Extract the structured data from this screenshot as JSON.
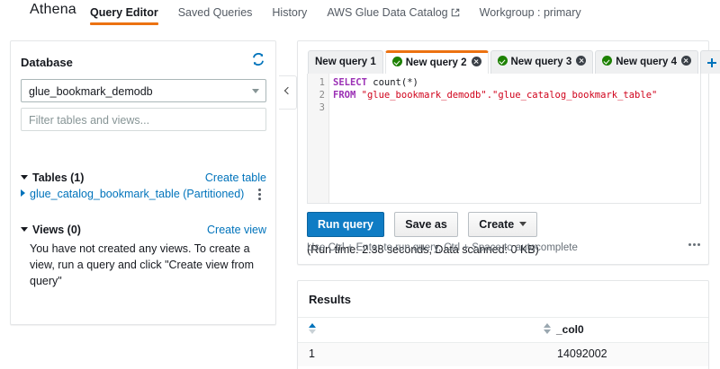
{
  "nav": {
    "brand": "Athena",
    "items": [
      {
        "label": "Query Editor",
        "active": true,
        "external": false
      },
      {
        "label": "Saved Queries",
        "active": false,
        "external": false
      },
      {
        "label": "History",
        "active": false,
        "external": false
      },
      {
        "label": "AWS Glue Data Catalog",
        "active": false,
        "external": true
      },
      {
        "label": "Workgroup : primary",
        "active": false,
        "external": false
      }
    ]
  },
  "sidebar": {
    "database_label": "Database",
    "refresh_icon": "refresh-icon",
    "database_selected": "glue_bookmark_demodb",
    "filter_placeholder": "Filter tables and views...",
    "tables_section": {
      "title": "Tables (1)",
      "create_link": "Create table",
      "items": [
        {
          "name": "glue_catalog_bookmark_table (Partitioned)"
        }
      ]
    },
    "views_section": {
      "title": "Views (0)",
      "create_link": "Create view",
      "empty_message": "You have not created any views. To create a view, run a query and click \"Create view from query\""
    },
    "collapse_icon": "chevron-left-icon"
  },
  "editor": {
    "tabs": [
      {
        "label": "New query 1",
        "active": false,
        "has_check": false,
        "closable": false
      },
      {
        "label": "New query 2",
        "active": true,
        "has_check": true,
        "closable": true
      },
      {
        "label": "New query 3",
        "active": false,
        "has_check": true,
        "closable": true
      },
      {
        "label": "New query 4",
        "active": false,
        "has_check": true,
        "closable": true
      }
    ],
    "add_tab_icon": "plus-icon",
    "line_numbers": [
      "1",
      "2",
      "3"
    ],
    "sql": {
      "line1_keyword": "SELECT",
      "line1_rest": " count(*)",
      "line2_keyword": "FROM",
      "line2_string": " \"glue_bookmark_demodb\".\"glue_catalog_bookmark_table\""
    },
    "buttons": {
      "run": "Run query",
      "save_as": "Save as",
      "create": "Create"
    },
    "run_stats": "(Run time: 2.38 seconds, Data scanned: 0 KB)",
    "hint": "Use Ctrl + Enter to run query, Ctrl + Space to autocomplete",
    "overflow_icon": "more-horizontal-icon"
  },
  "results": {
    "title": "Results",
    "columns": [
      "",
      "_col0"
    ],
    "rows": [
      {
        "index": "1",
        "col0": "14092002"
      }
    ]
  },
  "colors": {
    "accent_orange": "#ec7211",
    "link_blue": "#0073bb",
    "primary_button": "#0f7cc4",
    "success_green": "#1d8102",
    "sql_keyword": "#9b30b5",
    "sql_string": "#d0021b"
  }
}
